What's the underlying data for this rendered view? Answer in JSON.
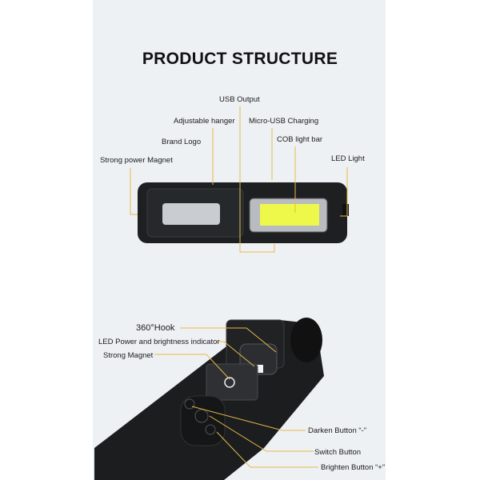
{
  "title": "PRODUCT STRUCTURE",
  "accent_color": "#e8b84a",
  "top_view": {
    "labels": {
      "usb_output": "USB Output",
      "adjustable_hanger": "Adjustable hanger",
      "micro_usb": "Micro-USB Charging",
      "brand_logo": "Brand Logo",
      "cob_bar": "COB light bar",
      "magnet": "Strong power Magnet",
      "led_light": "LED Light"
    }
  },
  "back_view": {
    "labels": {
      "hook": "360°Hook",
      "indicator": "LED Power and brightness indicator",
      "magnet": "Strong Magnet",
      "darken": "Darken Button “-”",
      "switch": "Switch Button",
      "brighten": "Brighten Button “+”"
    }
  }
}
